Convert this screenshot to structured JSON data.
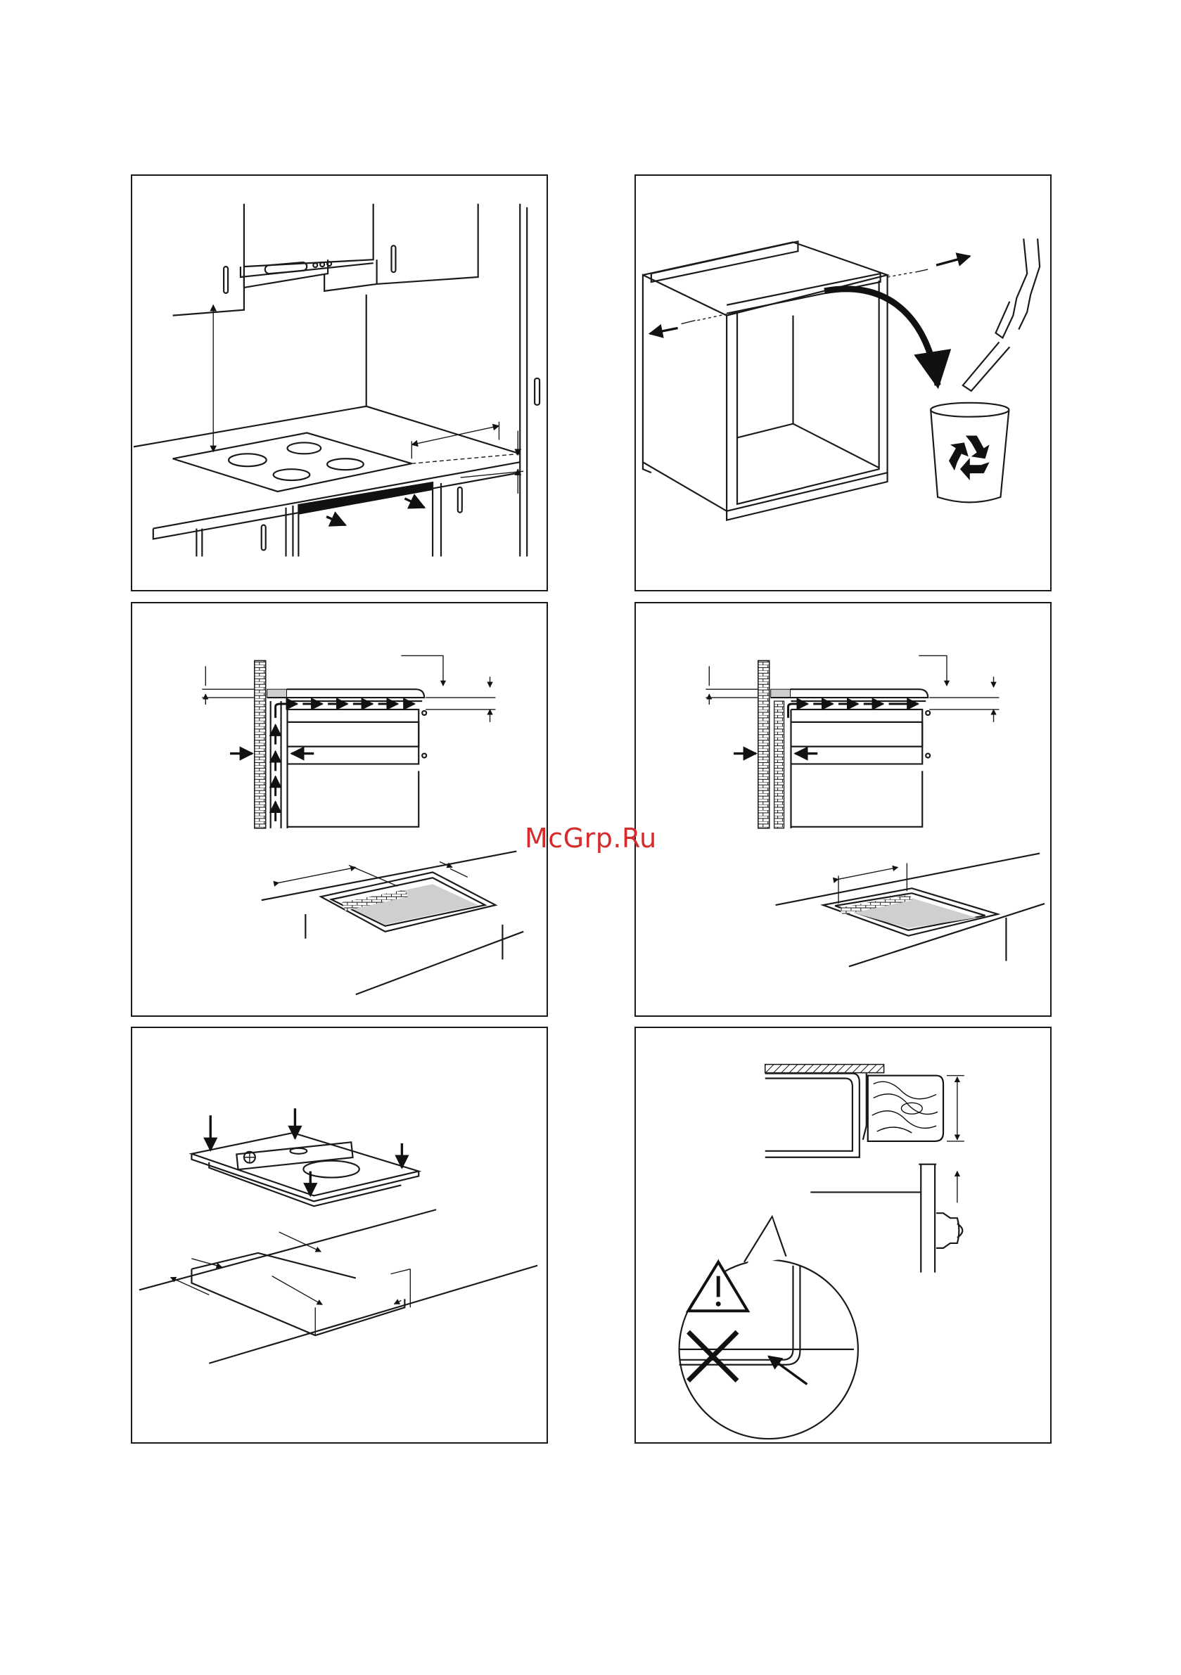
{
  "page": {
    "watermark": "McGrp.Ru",
    "colors": {
      "ink": "#1a1a1a",
      "watermark": "#d62b2b",
      "shade": "#cfcfcf"
    }
  },
  "panels": [
    {
      "id": "p1",
      "icon": "hob-clearance-icon"
    },
    {
      "id": "p2",
      "icon": "cabinet-recycle-icon"
    },
    {
      "id": "p3",
      "icon": "ventilation-gap-icon"
    },
    {
      "id": "p4",
      "icon": "ventilation-gap-alt-icon"
    },
    {
      "id": "p5",
      "icon": "hob-insert-icon"
    },
    {
      "id": "p6",
      "icon": "worktop-warning-icon"
    }
  ]
}
